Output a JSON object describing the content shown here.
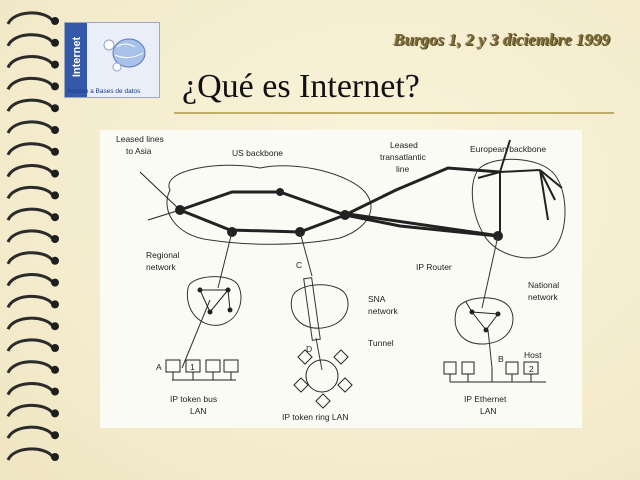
{
  "header": {
    "date_banner": "Burgos 1, 2 y 3 diciembre 1999",
    "title": "¿Qué es Internet?"
  },
  "logo": {
    "vertical_text": "Internet",
    "caption": "Acceso a Bases de datos"
  },
  "figure": {
    "labels": {
      "leased_asia": [
        "Leased lines",
        "to Asia"
      ],
      "us_backbone": "US backbone",
      "leased_transatlantic": [
        "Leased",
        "transatlantic",
        "line"
      ],
      "european_backbone": "European backbone",
      "regional_network": [
        "Regional",
        "network"
      ],
      "c": "C",
      "ip_router": "IP Router",
      "national_network": [
        "National",
        "network"
      ],
      "sna_network": [
        "SNA",
        "network"
      ],
      "tunnel": "Tunnel",
      "d": "D",
      "a": "A",
      "one": "1",
      "b": "B",
      "host": "Host",
      "two": "2",
      "token_bus": [
        "IP token bus",
        "LAN"
      ],
      "token_ring": "IP token ring LAN",
      "ethernet": [
        "IP Ethernet",
        "LAN"
      ]
    }
  },
  "colors": {
    "background": "#f6efd2",
    "title_rule": "#bfae6a",
    "logo_band": "#3359a8"
  }
}
